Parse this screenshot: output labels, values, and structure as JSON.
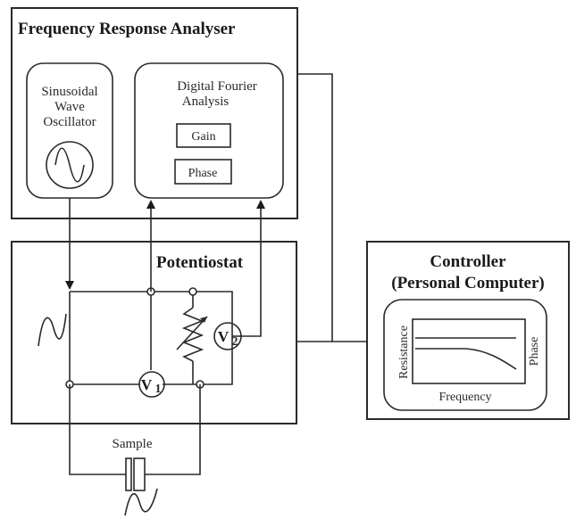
{
  "fra": {
    "title": "Frequency Response Analyser",
    "oscillator": {
      "line1": "Sinusoidal",
      "line2": "Wave",
      "line3": "Oscillator"
    },
    "dfa": {
      "line1": "Digital Fourier",
      "line2": "Analysis",
      "gain": "Gain",
      "phase": "Phase"
    }
  },
  "potentiostat": {
    "title": "Potentiostat",
    "v1": {
      "letter": "V",
      "sub": "1"
    },
    "v2": {
      "letter": "V",
      "sub": "2"
    }
  },
  "controller": {
    "line1": "Controller",
    "line2": "(Personal Computer)",
    "plot": {
      "ylabel": "Resistance",
      "xlabel": "Frequency",
      "y2label": "Phase"
    }
  },
  "sample": {
    "label": "Sample"
  }
}
